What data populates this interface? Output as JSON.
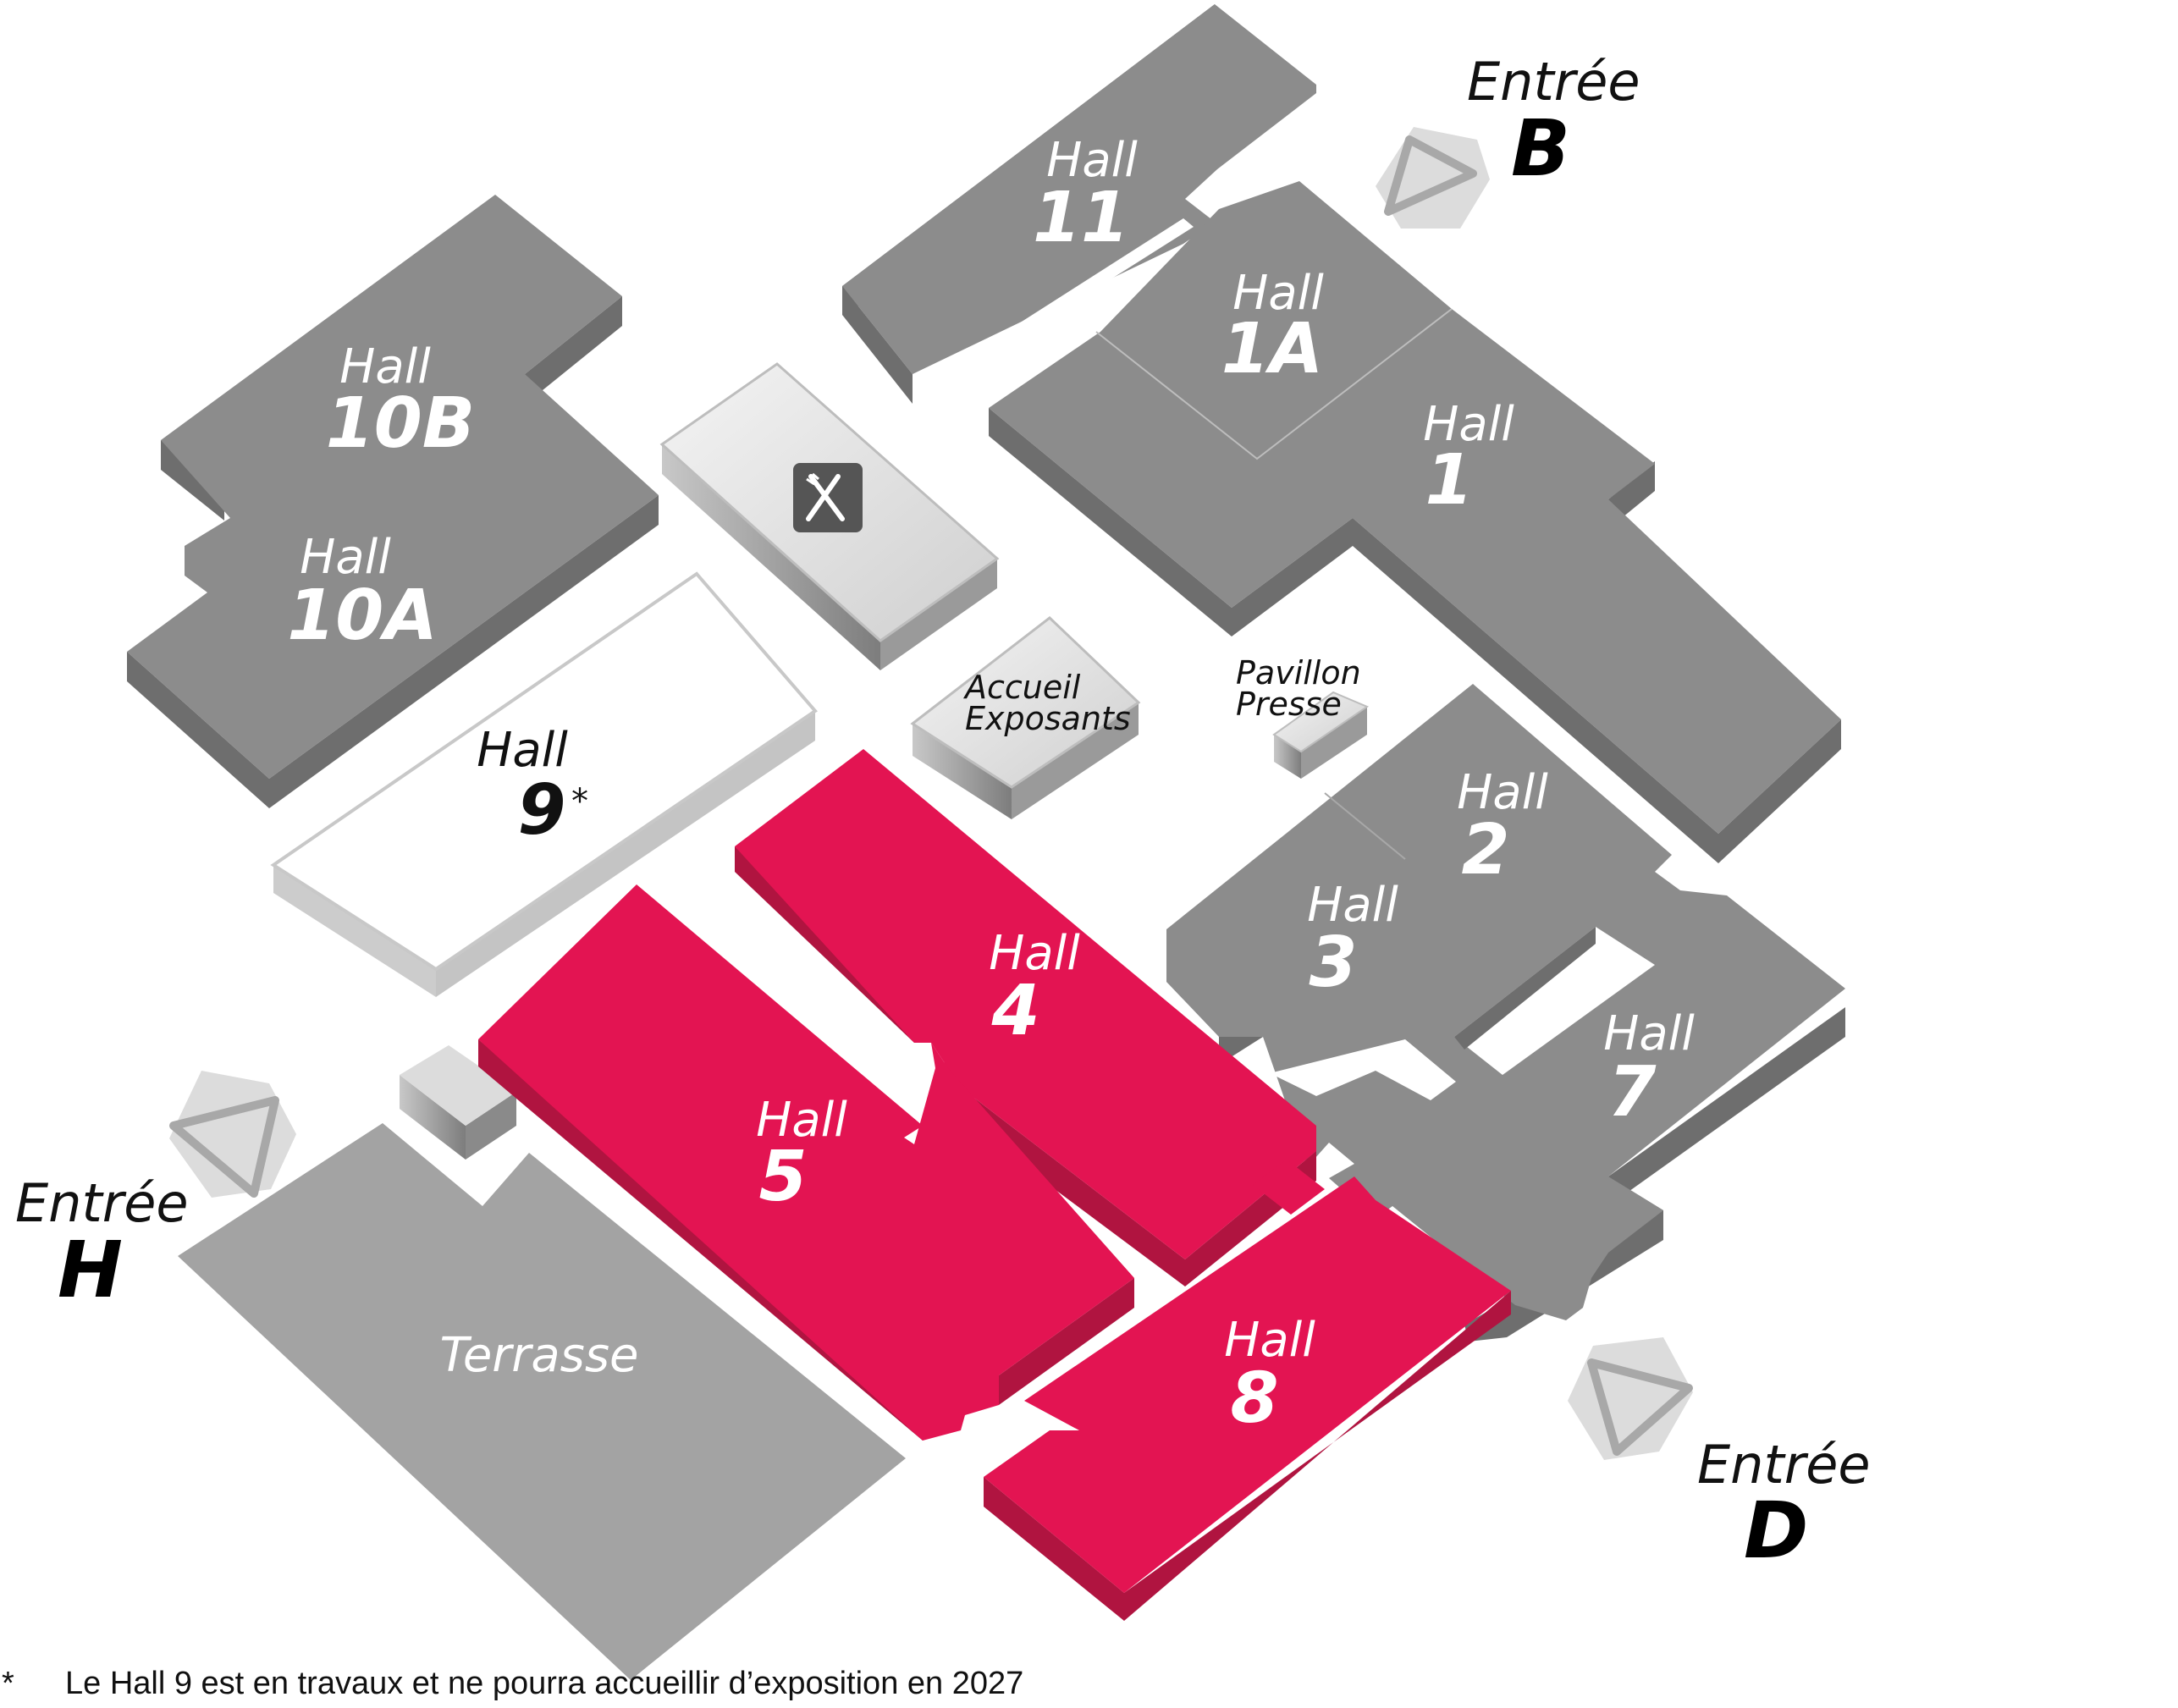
{
  "colors": {
    "hall_dark": "#8c8c8c",
    "hall_dark_side": "#6e6e6e",
    "hall_highlight": "#e31452",
    "hall_highlight_side": "#b01440",
    "terrace": "#a3a3a3",
    "hall_closed": "#ffffff",
    "label_light": "#ffffff",
    "label_dark": "#111111"
  },
  "halls": {
    "h11": {
      "word": "Hall",
      "num": "11"
    },
    "h1a": {
      "word": "Hall",
      "num": "1A"
    },
    "h1": {
      "word": "Hall",
      "num": "1"
    },
    "h10b": {
      "word": "Hall",
      "num": "10B"
    },
    "h10a": {
      "word": "Hall",
      "num": "10A"
    },
    "h9": {
      "word": "Hall",
      "num": "9",
      "mark": "*"
    },
    "h2": {
      "word": "Hall",
      "num": "2"
    },
    "h3": {
      "word": "Hall",
      "num": "3"
    },
    "h4": {
      "word": "Hall",
      "num": "4"
    },
    "h5": {
      "word": "Hall",
      "num": "5"
    },
    "h7": {
      "word": "Hall",
      "num": "7"
    },
    "h8": {
      "word": "Hall",
      "num": "8"
    }
  },
  "buildings": {
    "accueil_line1": "Accueil",
    "accueil_line2": "Exposants",
    "presse_line1": "Pavillon",
    "presse_line2": "Presse",
    "restaurant_icon": "fork-knife-icon"
  },
  "terrace": "Terrasse",
  "entrances": {
    "b": {
      "word": "Entrée",
      "letter": "B"
    },
    "h": {
      "word": "Entrée",
      "letter": "H"
    },
    "d": {
      "word": "Entrée",
      "letter": "D"
    }
  },
  "footnote": {
    "mark": "*",
    "text": "Le Hall 9 est en travaux et ne pourra accueillir d’exposition en 2027"
  }
}
